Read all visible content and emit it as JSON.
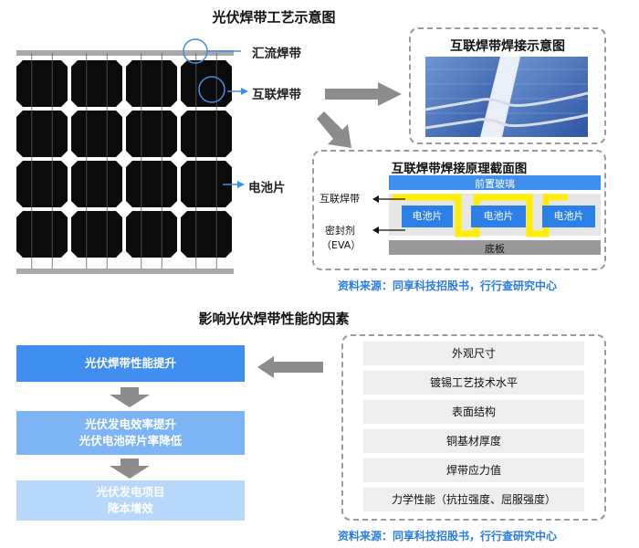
{
  "top": {
    "title": "光伏焊带工艺示意图",
    "labels": {
      "busbar": "汇流焊带",
      "interconnect": "互联焊带",
      "cell": "电池片"
    },
    "weld_box_title": "互联焊带焊接示意图",
    "cross_section": {
      "title": "互联焊带焊接原理截面图",
      "front_glass": "前置玻璃",
      "cells": [
        "电池片",
        "电池片",
        "电池片"
      ],
      "left_label_ribbon": "互联焊带",
      "left_label_sealant": "密封剂",
      "left_label_eva": "（EVA）",
      "bottom": "底板"
    },
    "source": "资料来源：同享科技招股书，行行查研究中心"
  },
  "bottom": {
    "title": "影响光伏焊带性能的因素",
    "flow": [
      "光伏焊带性能提升",
      "光伏发电效率提升\n光伏电池碎片率降低",
      "光伏发电项目\n降本增效"
    ],
    "factors": [
      "外观尺寸",
      "镀锡工艺技术水平",
      "表面结构",
      "铜基材厚度",
      "焊带应力值",
      "力学性能（抗拉强度、屈服强度）"
    ],
    "source": "资料来源：同享科技招股书，行行查研究中心"
  },
  "colors": {
    "accent_blue": "#2b7fe6",
    "ribbon_yellow": "#ffee00",
    "arrow_gray": "#8c8c8c",
    "source_blue": "#2a7de1"
  }
}
